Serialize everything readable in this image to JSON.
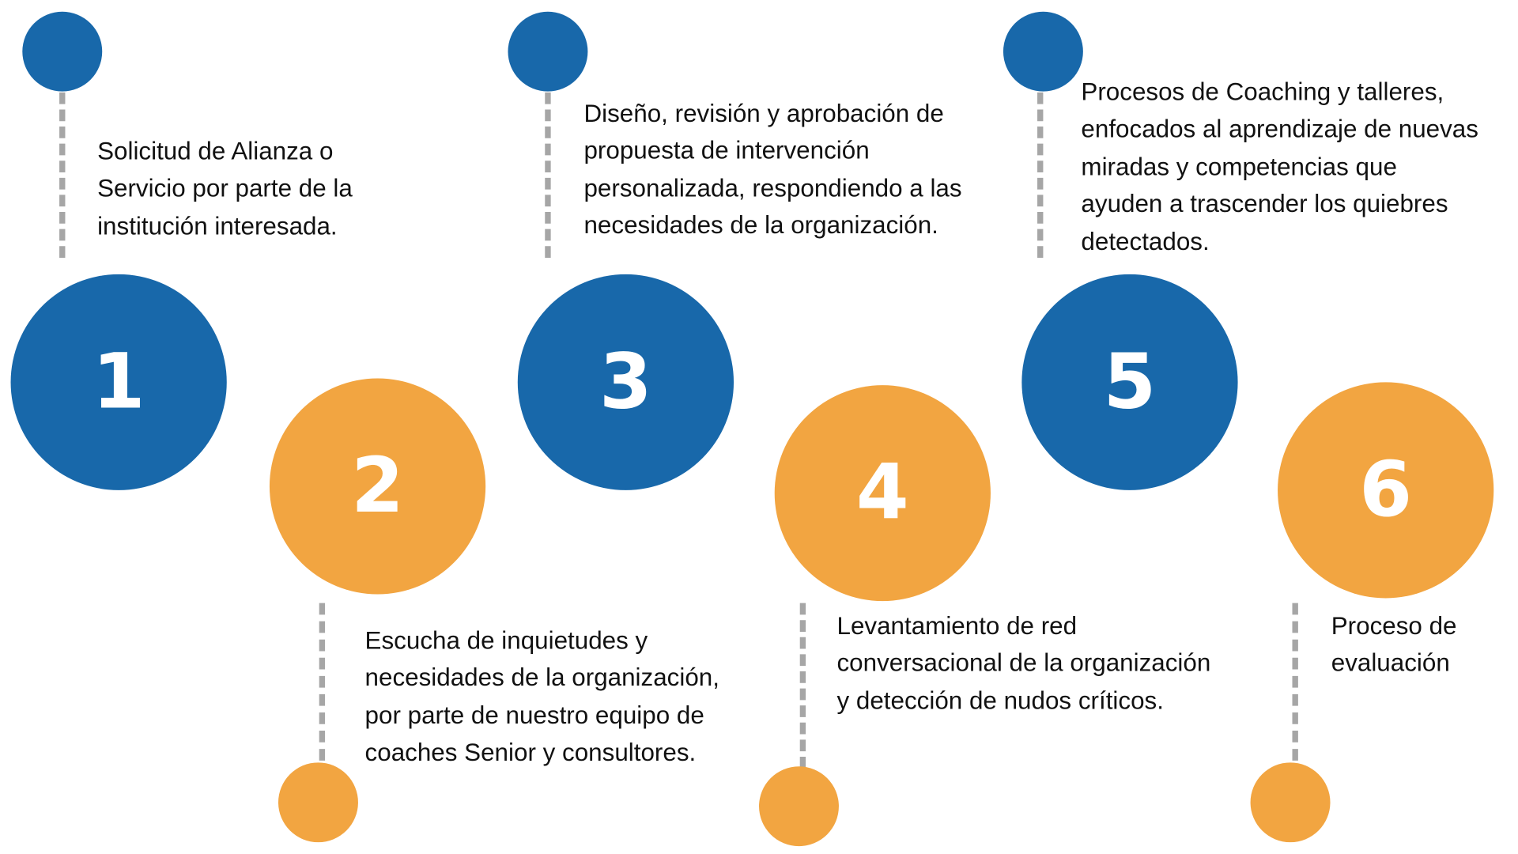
{
  "colors": {
    "blue": "#1868AA",
    "orange": "#F2A541",
    "connector": "#A6A6A6"
  },
  "steps": [
    {
      "number": "1",
      "text": "Solicitud de Alianza o\nServicio por parte de la\ninstitución interesada."
    },
    {
      "number": "2",
      "text": "Escucha de inquietudes y\nnecesidades de la organización,\npor parte de nuestro equipo de\ncoaches Senior y consultores."
    },
    {
      "number": "3",
      "text": "Diseño, revisión y aprobación de\npropuesta de intervención\npersonalizada, respondiendo a las\nnecesidades de la organización."
    },
    {
      "number": "4",
      "text": "Levantamiento de red\nconversacional de la organización\ny detección de nudos críticos."
    },
    {
      "number": "5",
      "text": "Procesos de Coaching y talleres,\nenfocados al aprendizaje de nuevas\nmiradas y competencias que\nayuden a trascender los quiebres\ndetectados."
    },
    {
      "number": "6",
      "text": "Proceso de\nevaluación"
    }
  ]
}
